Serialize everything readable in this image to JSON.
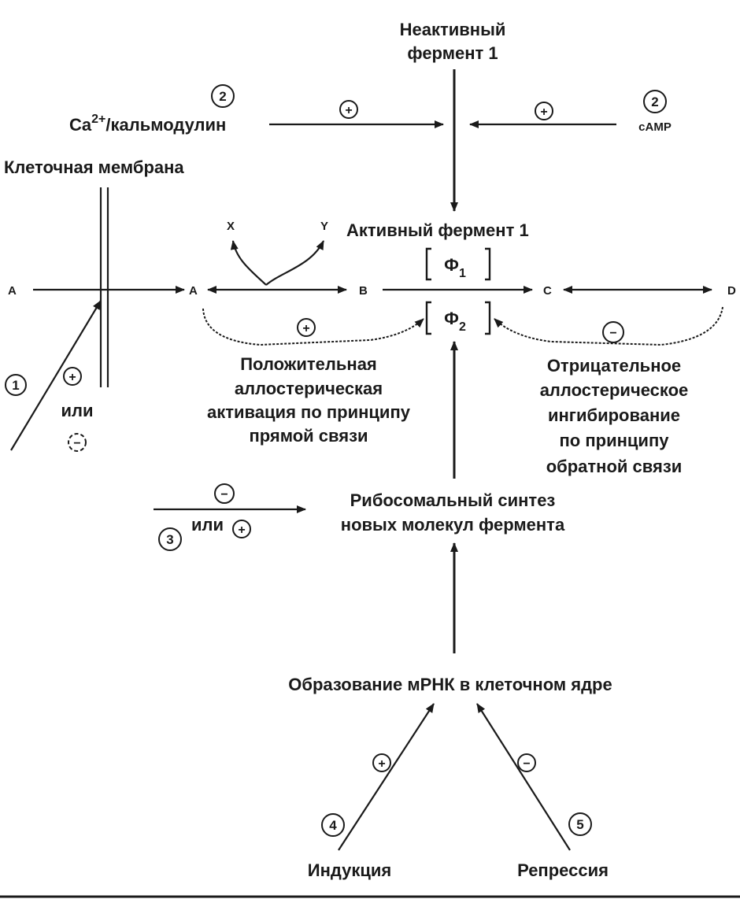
{
  "nodes": {
    "inactive_enzyme_line1": "Неактивный",
    "inactive_enzyme_line2": "фермент 1",
    "ca_prefix": "Ca",
    "ca_superscript": "2+",
    "ca_suffix": "/кальмодулин",
    "camp": "cAMP",
    "cell_membrane": "Клеточная мембрана",
    "active_enzyme": "Активный фермент 1",
    "phi": "Ф",
    "phi1_sub": "1",
    "phi2_sub": "2",
    "x": "X",
    "y": "Y",
    "a_outer": "A",
    "a_inner": "A",
    "b": "B",
    "c": "C",
    "d": "D",
    "positive_line1": "Положительная",
    "positive_line2": "аллостерическая",
    "positive_line3": "активация по принципу",
    "positive_line4": "прямой связи",
    "negative_line1": "Отрицательное",
    "negative_line2": "аллостерическое",
    "negative_line3": "ингибирование",
    "negative_line4": "по принципу",
    "negative_line5": "обратной связи",
    "ribosomal_line1": "Рибосомальный синтез",
    "ribosomal_line2": "новых молекул фермента",
    "mrna": "Образование мРНК в клеточном ядре",
    "induction": "Индукция",
    "repression": "Репрессия",
    "or_word_1": "или",
    "or_word_3": "или"
  },
  "markers": {
    "num_1": "1",
    "num_2": "2",
    "num_3": "3",
    "num_4": "4",
    "num_5": "5",
    "plus": "+",
    "minus": "−"
  }
}
